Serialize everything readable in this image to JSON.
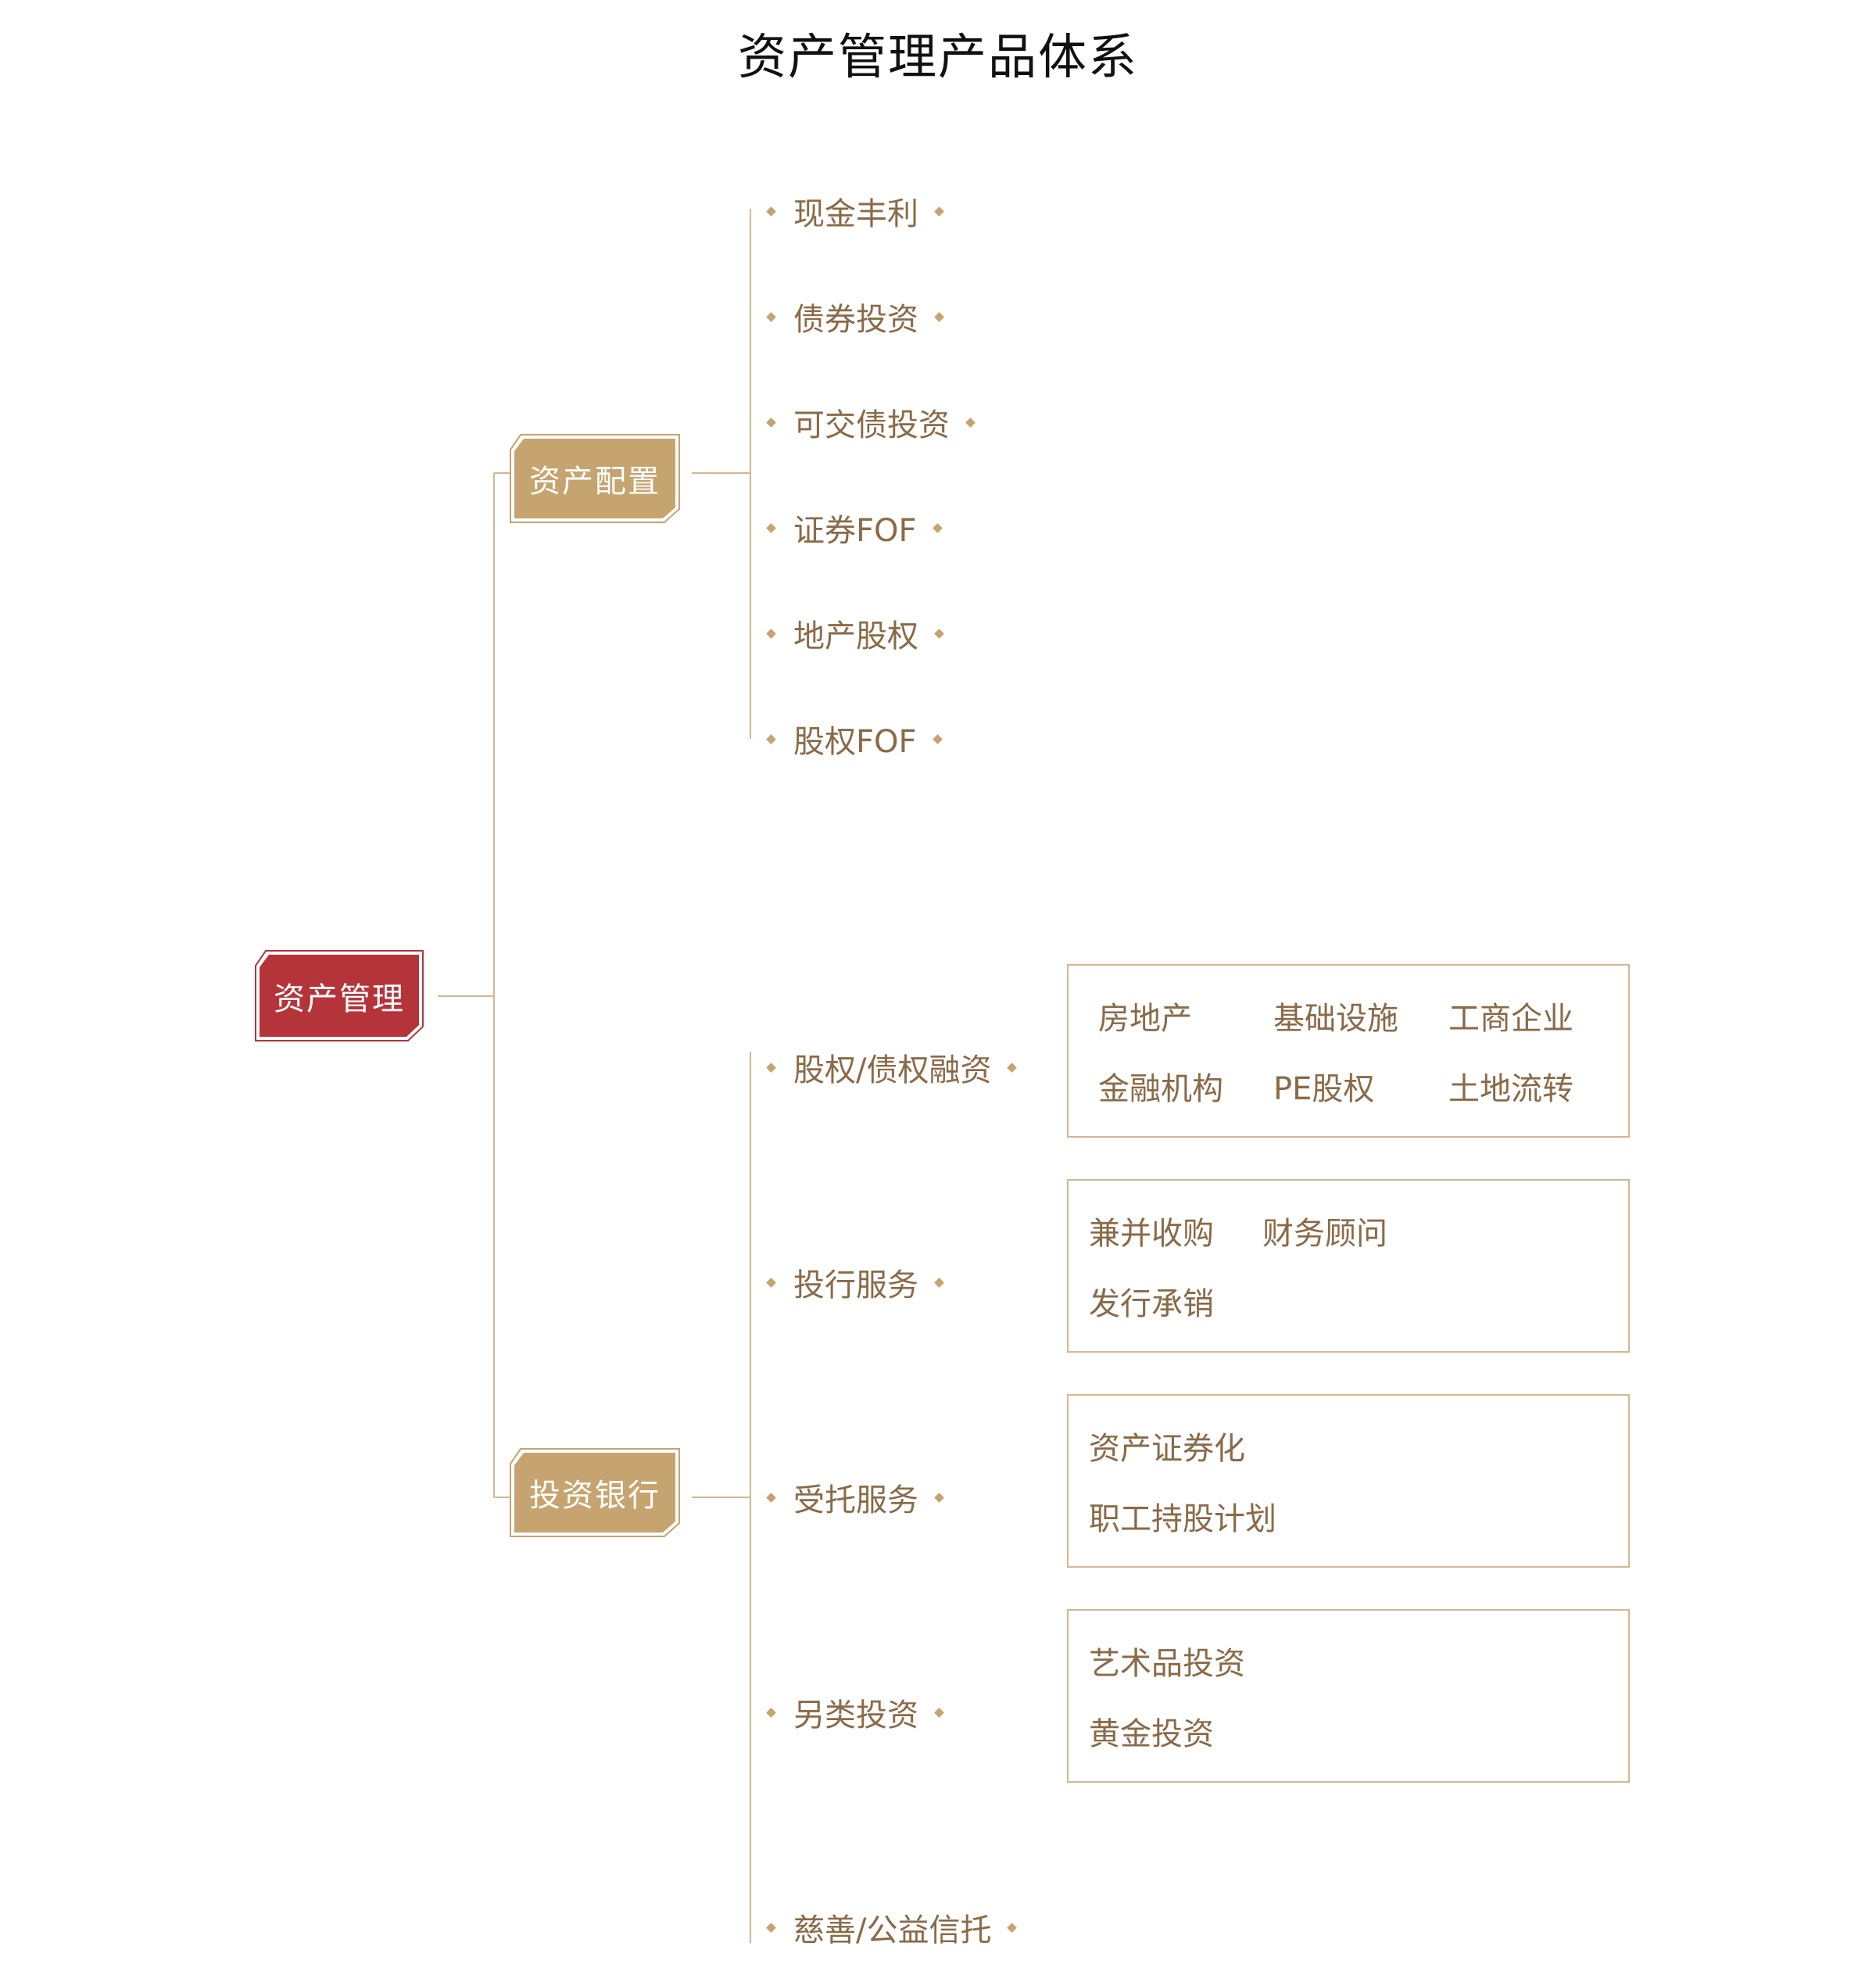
{
  "title": "资产管理产品体系",
  "root": {
    "label": "资产管理"
  },
  "branches": [
    {
      "label": "资产配置",
      "items": [
        {
          "label": "现金丰利"
        },
        {
          "label": "债券投资"
        },
        {
          "label": "可交债投资"
        },
        {
          "label": "证券FOF"
        },
        {
          "label": "地产股权"
        },
        {
          "label": "股权FOF"
        }
      ]
    },
    {
      "label": "投资银行",
      "items": [
        {
          "label": "股权/债权融资",
          "details": [
            "房地产",
            "基础设施",
            "工商企业",
            "金融机构",
            "PE股权",
            "土地流转"
          ]
        },
        {
          "label": "投行服务",
          "details": [
            "兼并收购",
            "财务顾问",
            "发行承销"
          ]
        },
        {
          "label": "受托服务",
          "details": [
            "资产证券化",
            "职工持股计划"
          ]
        },
        {
          "label": "另类投资",
          "details": [
            "艺术品投资",
            "黄金投资"
          ]
        },
        {
          "label": "慈善/公益信托"
        }
      ]
    }
  ],
  "colors": {
    "root_fill": "#b5343a",
    "branch_fill": "#c6a46f",
    "line": "#d4b88e",
    "text": "#8a6a47",
    "title": "#111111"
  }
}
